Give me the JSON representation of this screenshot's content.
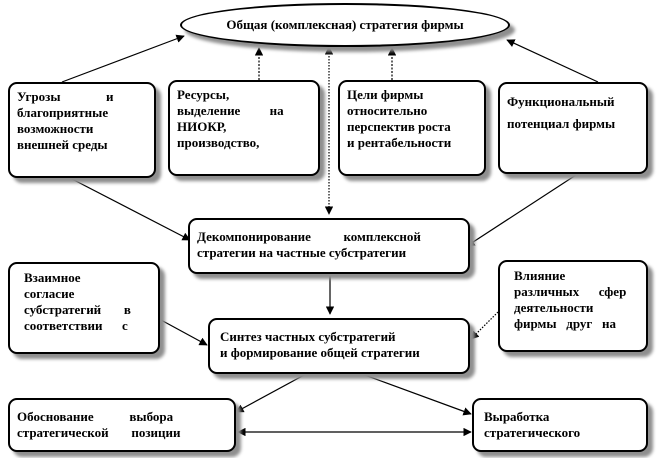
{
  "top": {
    "title": "Общая (комплексная) стратегия фирмы"
  },
  "row1": {
    "threats": [
      "Угрозы              и",
      "благоприятные",
      "возможности",
      "внешней среды"
    ],
    "resources": [
      "Ресурсы,",
      "выделение         на",
      "НИОКР,",
      "производство,"
    ],
    "goals": [
      "Цели фирмы",
      "относительно",
      "перспектив роста",
      "и рентабельности"
    ],
    "functional": [
      "Функциональный",
      "потенциал фирмы"
    ]
  },
  "decompose": {
    "lines": [
      "Декомпонирование          комплексной",
      "стратегии на частные субстратегии"
    ]
  },
  "mutual": {
    "lines": [
      "Взаимное",
      "согласие",
      "субстратегий       в",
      "соответствии      с"
    ]
  },
  "influence": {
    "lines": [
      "Влияние",
      "различных      сфер",
      "деятельности",
      "фирмы   друг   на"
    ]
  },
  "synthesis": {
    "lines": [
      "Синтез частных субстратегий",
      "и формирование общей стратегии"
    ]
  },
  "justify": {
    "lines": [
      "Обоснование           выбора",
      "стратегической       позиции"
    ]
  },
  "develop": {
    "lines": [
      "Выработка",
      "стратегического"
    ]
  }
}
